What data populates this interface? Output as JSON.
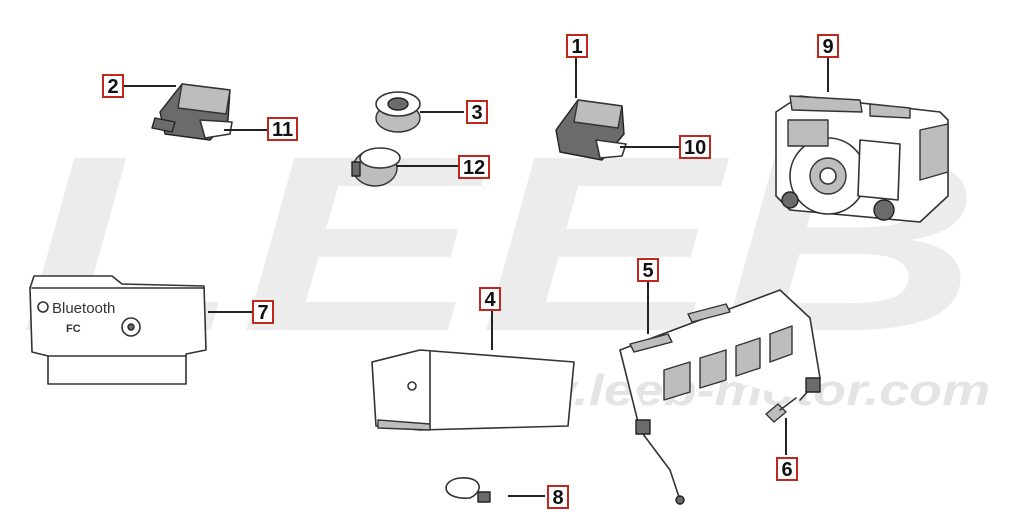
{
  "watermark": {
    "logo_text": "LEEB",
    "url_text": "www.leeb-motor.com"
  },
  "bluetooth_module": {
    "brand_text": "Bluetooth",
    "cert_mark": "FC"
  },
  "callouts": {
    "c1": "1",
    "c2": "2",
    "c3": "3",
    "c4": "4",
    "c5": "5",
    "c6": "6",
    "c7": "7",
    "c8": "8",
    "c9": "9",
    "c10": "10",
    "c11": "11",
    "c12": "12"
  },
  "colors": {
    "callout_border": "#c0281e",
    "watermark": "#ececec"
  }
}
